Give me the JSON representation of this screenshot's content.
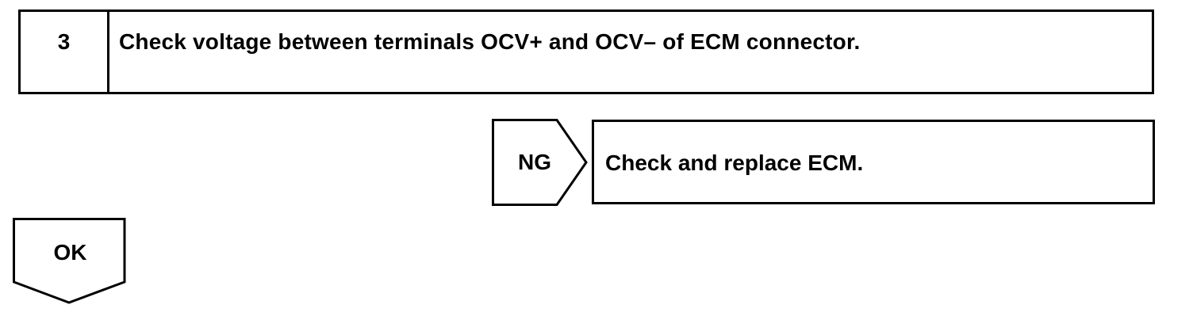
{
  "step": {
    "number": "3",
    "title": "Check voltage between terminals OCV+ and OCV– of ECM connector."
  },
  "ng_branch": {
    "label": "NG",
    "action": "Check and replace ECM."
  },
  "ok_branch": {
    "label": "OK"
  }
}
